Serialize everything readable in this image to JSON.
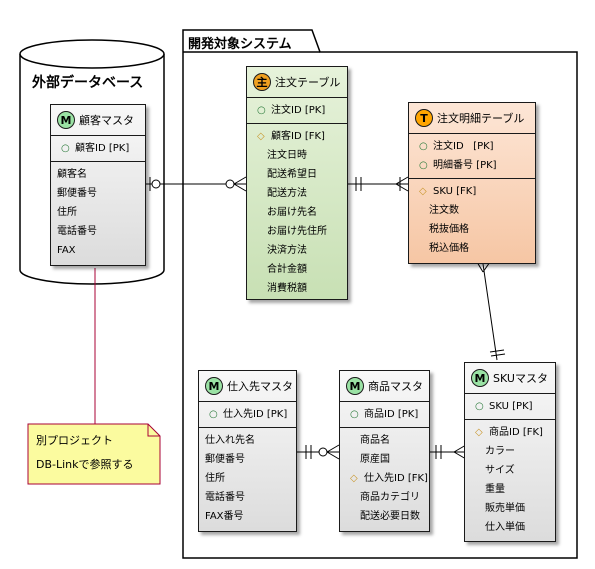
{
  "packages": {
    "dev": {
      "title": "開発対象システム"
    },
    "external": {
      "title": "外部データベース"
    }
  },
  "entities": {
    "customer": {
      "badge": "M",
      "title": "顧客マスタ",
      "pk": [
        "顧客ID [PK]"
      ],
      "fields": [
        "顧客名",
        "郵便番号",
        "住所",
        "電話番号",
        "FAX"
      ]
    },
    "order": {
      "badge": "主",
      "title": "注文テーブル",
      "pk": [
        "注文ID [PK]"
      ],
      "fk": [
        "顧客ID [FK]"
      ],
      "fields": [
        "注文日時",
        "配送希望日",
        "配送方法",
        "お届け先名",
        "お届け先住所",
        "決済方法",
        "合計金額",
        "消費税額"
      ]
    },
    "order_detail": {
      "badge": "T",
      "title": "注文明細テーブル",
      "pk": [
        "注文ID   [PK]",
        "明細番号 [PK]"
      ],
      "fk": [
        "SKU [FK]"
      ],
      "fields": [
        "注文数",
        "税抜価格",
        "税込価格"
      ]
    },
    "supplier": {
      "badge": "M",
      "title": "仕入先マスタ",
      "pk": [
        "仕入先ID [PK]"
      ],
      "fields": [
        "仕入れ先名",
        "郵便番号",
        "住所",
        "電話番号",
        "FAX番号"
      ]
    },
    "product": {
      "badge": "M",
      "title": "商品マスタ",
      "pk": [
        "商品ID [PK]"
      ],
      "fields_a": [
        "商品名",
        "原産国"
      ],
      "fk": [
        "仕入先ID [FK]"
      ],
      "fields_b": [
        "商品カテゴリ",
        "配送必要日数"
      ]
    },
    "sku": {
      "badge": "M",
      "title": "SKUマスタ",
      "pk": [
        "SKU [PK]"
      ],
      "fk": [
        "商品ID [FK]"
      ],
      "fields": [
        "カラー",
        "サイズ",
        "重量",
        "販売単価",
        "仕入単価"
      ]
    }
  },
  "note": {
    "lines": [
      "別プロジェクト",
      "DB-Linkで参照する"
    ]
  },
  "colors": {
    "master_badge": "#9ae2a4",
    "transaction_badge": "#ffa500",
    "note_bg": "#fbfb9f",
    "order_bg": "#c8e0b4",
    "detail_bg": "#f6c6a4"
  }
}
